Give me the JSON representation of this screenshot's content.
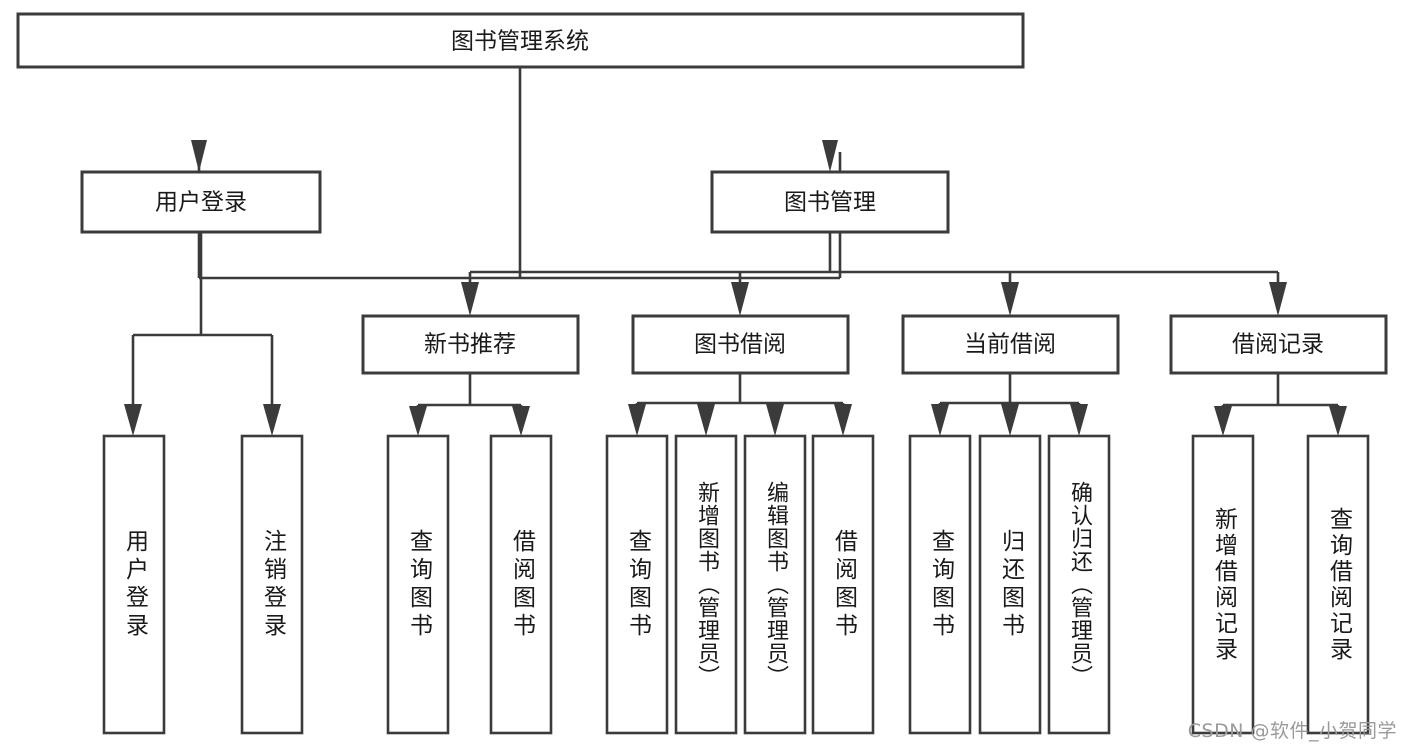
{
  "diagram": {
    "title": "图书管理系统",
    "type": "tree-hierarchy",
    "watermark": "CSDN @软件_小贺同学",
    "colors": {
      "stroke": "#3b3b3b",
      "fill": "#ffffff",
      "text": "#1a1a1a",
      "watermark": "#9a9a9a"
    },
    "nodes": {
      "root": {
        "label": "图书管理系统"
      },
      "level1": [
        {
          "label": "用户登录"
        },
        {
          "label": "图书管理"
        }
      ],
      "level2": [
        {
          "label": "新书推荐"
        },
        {
          "label": "图书借阅"
        },
        {
          "label": "当前借阅"
        },
        {
          "label": "借阅记录"
        }
      ],
      "leaves": {
        "user_login": [
          {
            "label": "用户登录"
          },
          {
            "label": "注销登录"
          }
        ],
        "new_book_recommend": [
          {
            "label": "查询图书"
          },
          {
            "label": "借阅图书"
          }
        ],
        "book_borrow": [
          {
            "label": "查询图书"
          },
          {
            "label": "新增图书（管理员）"
          },
          {
            "label": "编辑图书（管理员）"
          },
          {
            "label": "借阅图书"
          }
        ],
        "current_borrow": [
          {
            "label": "查询图书"
          },
          {
            "label": "归还图书"
          },
          {
            "label": "确认归还（管理员）"
          }
        ],
        "borrow_record": [
          {
            "label": "新增借阅记录"
          },
          {
            "label": "查询借阅记录"
          }
        ]
      }
    }
  }
}
